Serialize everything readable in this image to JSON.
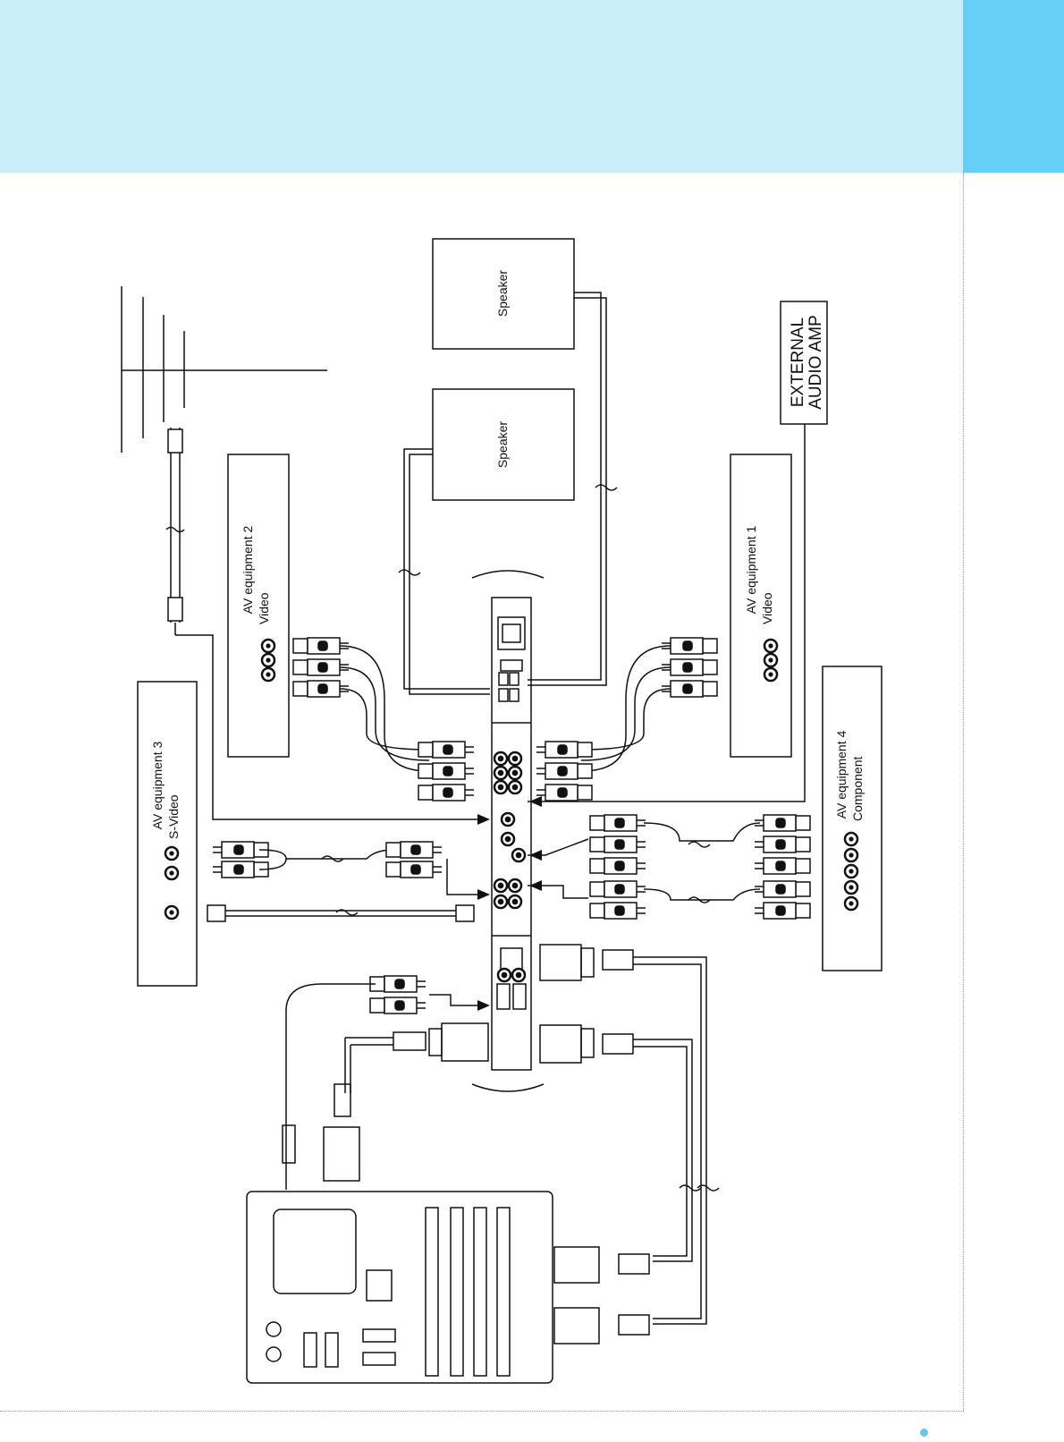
{
  "colors": {
    "header_band": "#c9eefa",
    "header_tab": "#66cff5",
    "frame_dots": "#3fb8e6",
    "line": "#111111"
  },
  "diagram": {
    "speaker_top": "Speaker",
    "speaker_bottom": "Speaker",
    "external_amp": [
      "EXTERNAL",
      "AUDIO AMP"
    ],
    "av_equipment_1": {
      "title": "AV equipment 1",
      "subtitle": "Video"
    },
    "av_equipment_2": {
      "title": "AV equipment 2",
      "subtitle": "Video"
    },
    "av_equipment_3": {
      "title": "AV equipment 3",
      "subtitle": "S-Video"
    },
    "av_equipment_4": {
      "title": "AV equipment 4",
      "subtitle": "Component"
    }
  }
}
